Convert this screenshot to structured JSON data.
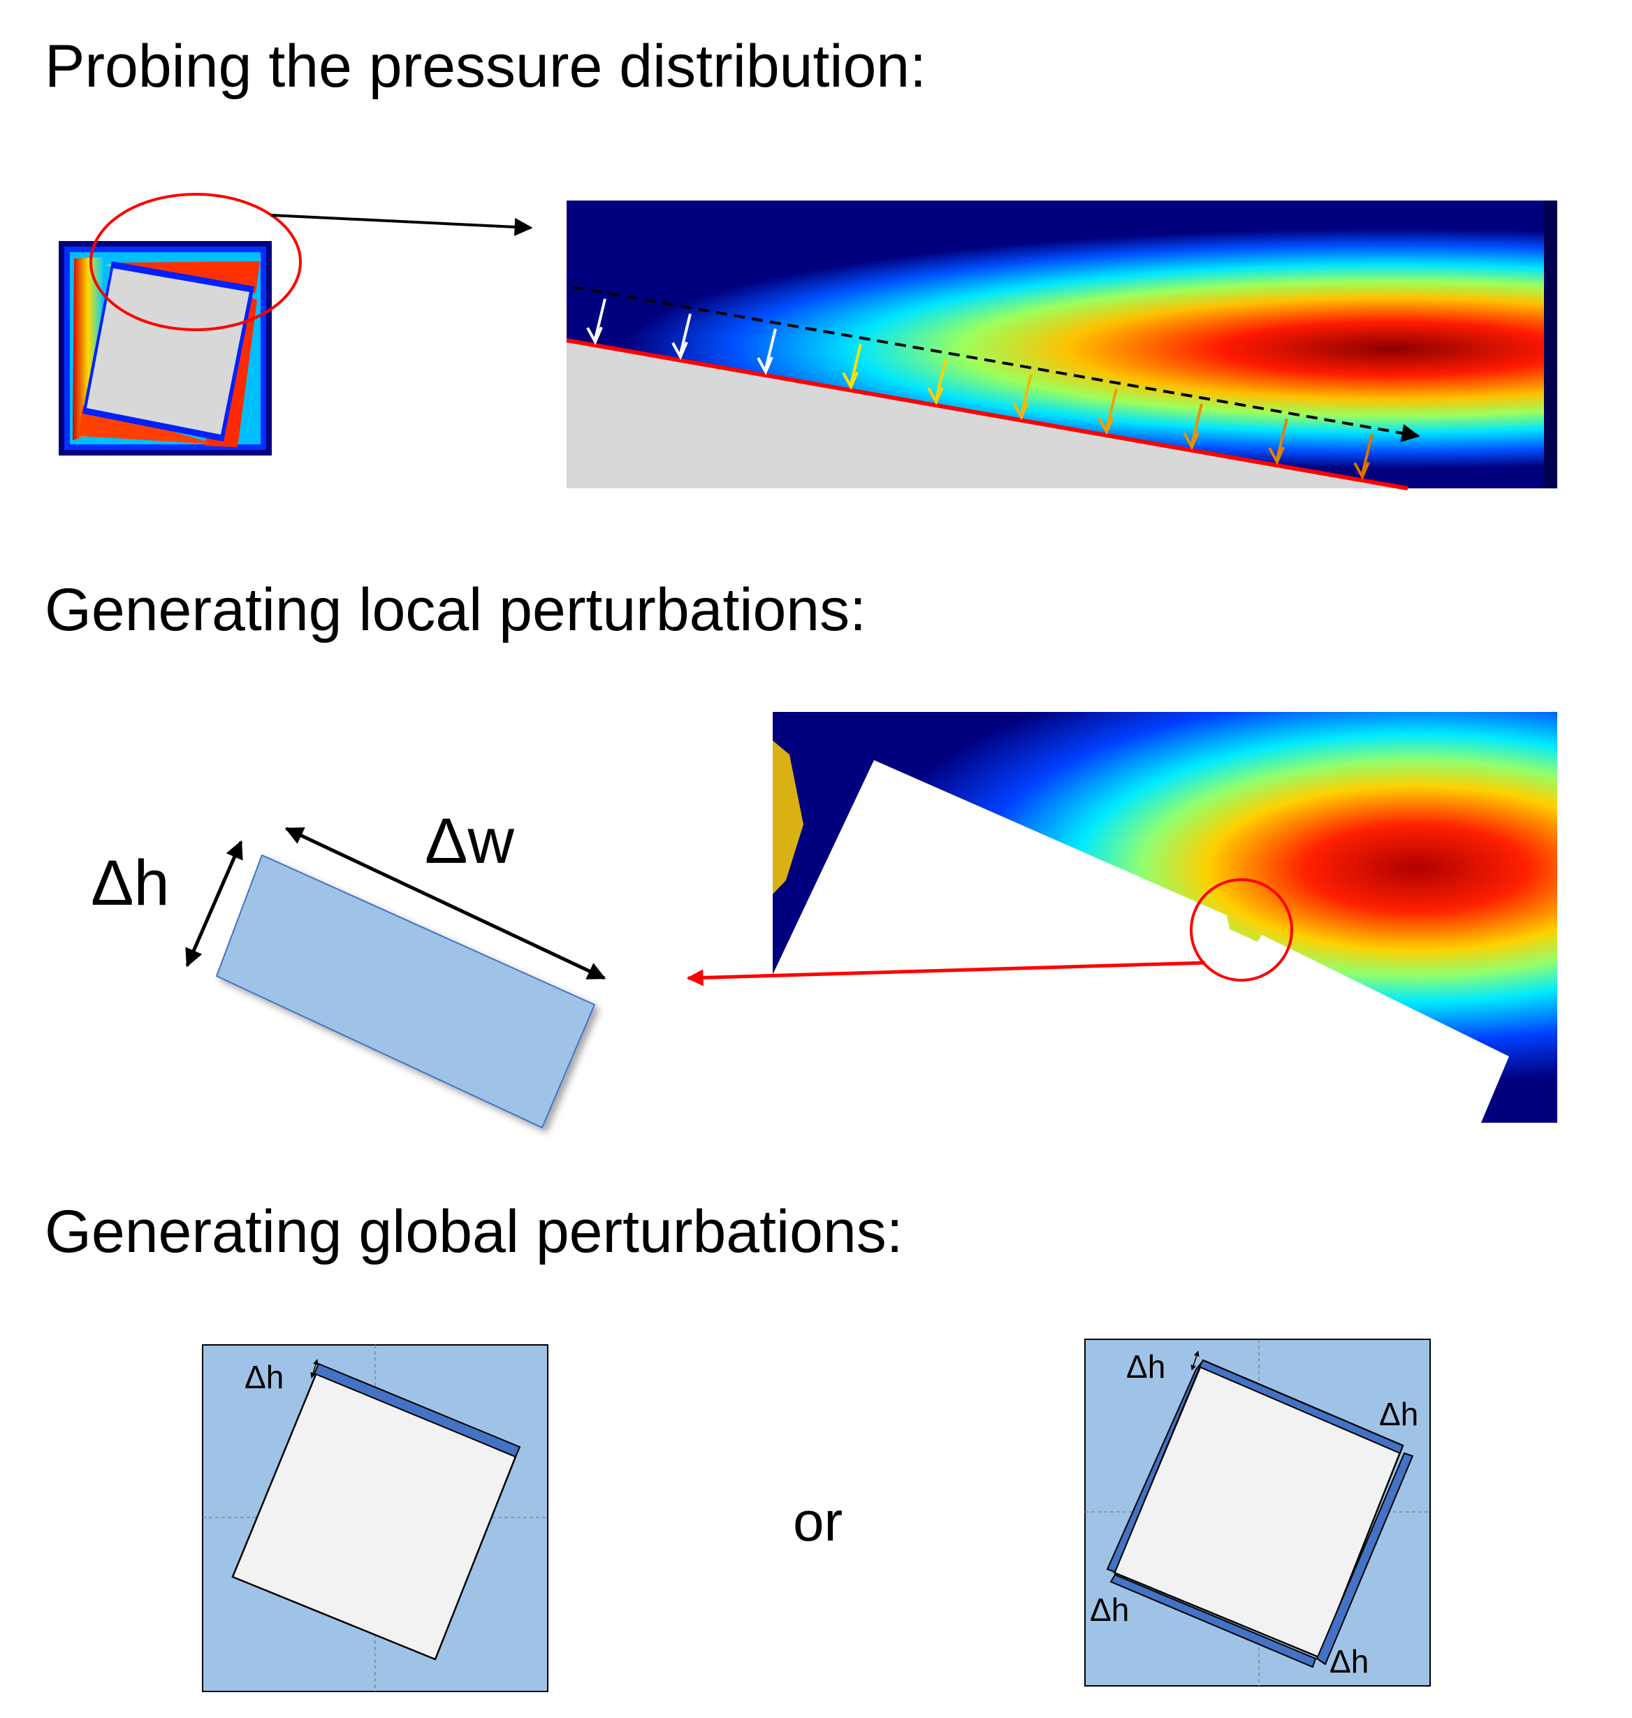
{
  "sections": {
    "probing": "Probing the pressure distribution:",
    "local": "Generating local perturbations:",
    "global": "Generating global perturbations:"
  },
  "labels": {
    "delta_h": "Δh",
    "delta_w": "Δw",
    "or": "or"
  },
  "colors": {
    "jet_low": "#00007f",
    "jet_mid": "#00ffff",
    "jet_high": "#7f0000",
    "solid": "#d8d8d8",
    "highlight": "#ff0000",
    "perturb_fill": "#9fc3e6",
    "perturb_edge": "#4472c4"
  }
}
